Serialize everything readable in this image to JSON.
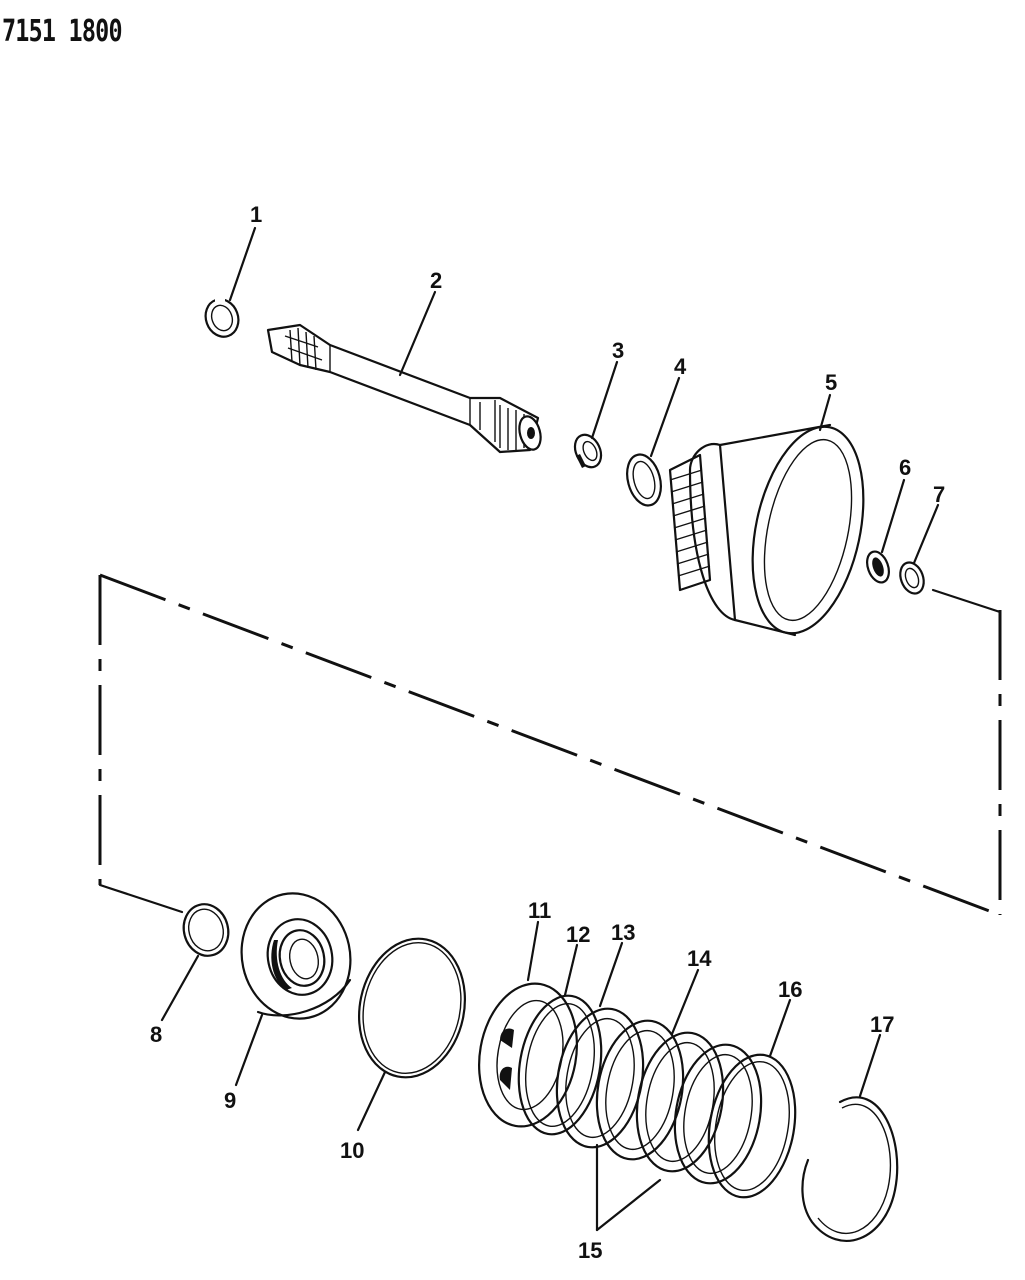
{
  "document": {
    "code": "7151 1800"
  },
  "callouts": [
    {
      "id": "1",
      "label": "1"
    },
    {
      "id": "2",
      "label": "2"
    },
    {
      "id": "3",
      "label": "3"
    },
    {
      "id": "4",
      "label": "4"
    },
    {
      "id": "5",
      "label": "5"
    },
    {
      "id": "6",
      "label": "6"
    },
    {
      "id": "7",
      "label": "7"
    },
    {
      "id": "8",
      "label": "8"
    },
    {
      "id": "9",
      "label": "9"
    },
    {
      "id": "10",
      "label": "10"
    },
    {
      "id": "11",
      "label": "11"
    },
    {
      "id": "12",
      "label": "12"
    },
    {
      "id": "13",
      "label": "13"
    },
    {
      "id": "14",
      "label": "14"
    },
    {
      "id": "15",
      "label": "15"
    },
    {
      "id": "16",
      "label": "16"
    },
    {
      "id": "17",
      "label": "17"
    }
  ]
}
